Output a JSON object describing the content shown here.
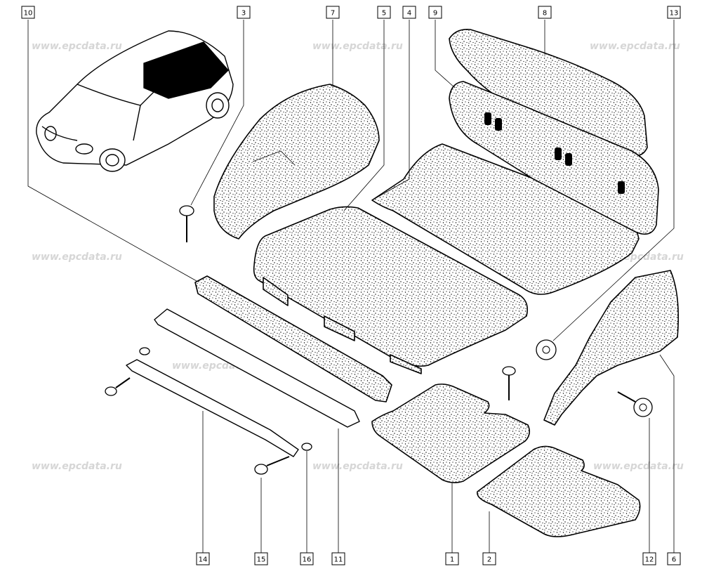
{
  "watermark": "www.epcdata.ru",
  "callouts": [
    "10",
    "3",
    "7",
    "5",
    "4",
    "9",
    "8",
    "13",
    "14",
    "15",
    "16",
    "11",
    "1",
    "2",
    "12",
    "6"
  ],
  "icons": {
    "vehicle": "car-outline-icon",
    "fastener": "screw-icon",
    "clip": "push-clip-icon"
  }
}
